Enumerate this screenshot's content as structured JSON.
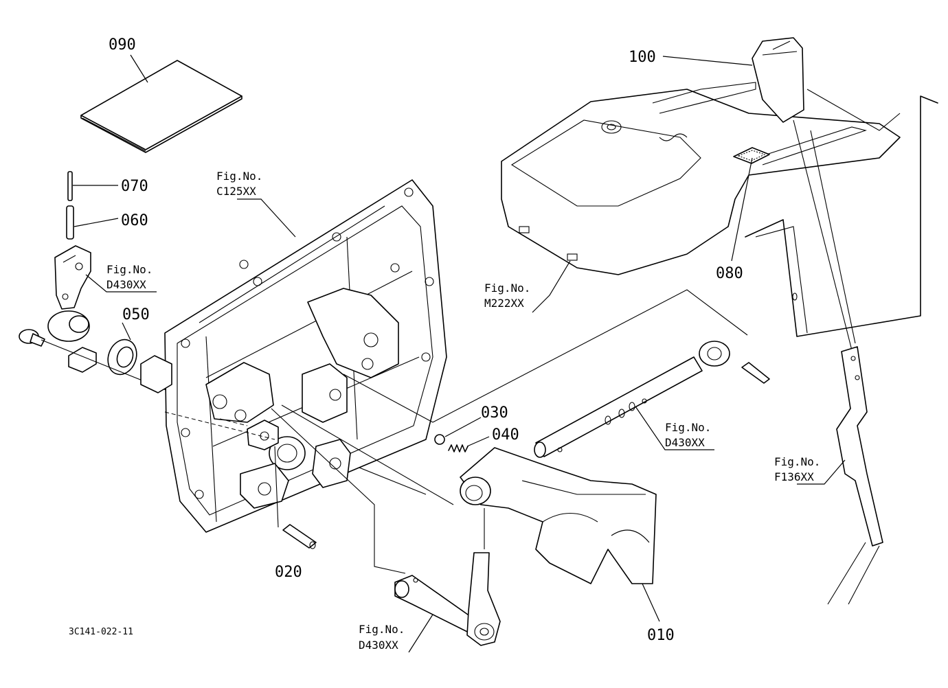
{
  "parts": {
    "p010": "010",
    "p020": "020",
    "p030": "030",
    "p040": "040",
    "p050": "050",
    "p060": "060",
    "p070": "070",
    "p080": "080",
    "p090": "090",
    "p100": "100"
  },
  "refs": {
    "fig_label": "Fig.No.",
    "c125": "C125XX",
    "d430_top": "D430XX",
    "m222": "M222XX",
    "d430_right": "D430XX",
    "f136": "F136XX",
    "d430_bottom": "D430XX"
  },
  "diagram_code": "3C141-022-11"
}
